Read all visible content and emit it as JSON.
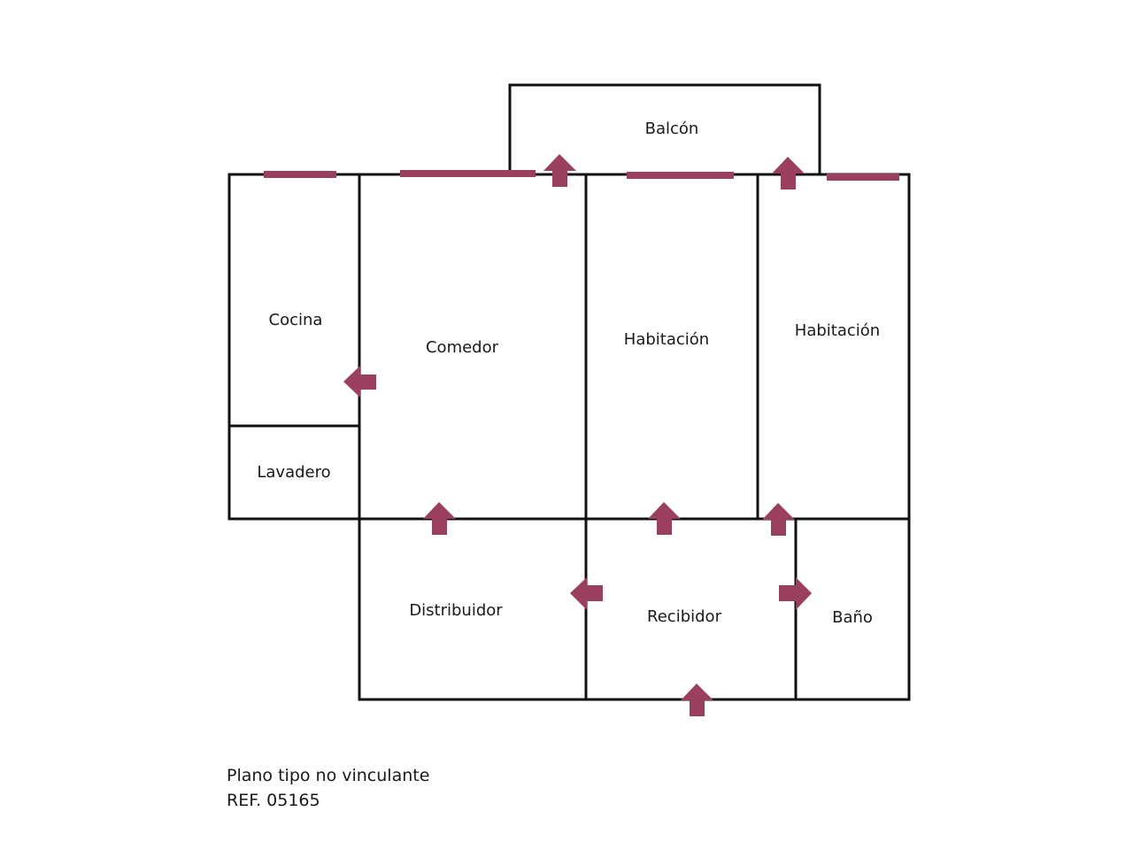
{
  "colors": {
    "wall": "#111111",
    "accent": "#9b3f5e"
  },
  "rooms": {
    "balcon": "Balcón",
    "cocina": "Cocina",
    "comedor": "Comedor",
    "habitacion_1": "Habitación",
    "habitacion_2": "Habitación",
    "lavadero": "Lavadero",
    "distribuidor": "Distribuidor",
    "recibidor": "Recibidor",
    "bano": "Baño"
  },
  "footer": {
    "note": "Plano tipo no vinculante",
    "ref": "REF. 05165"
  }
}
